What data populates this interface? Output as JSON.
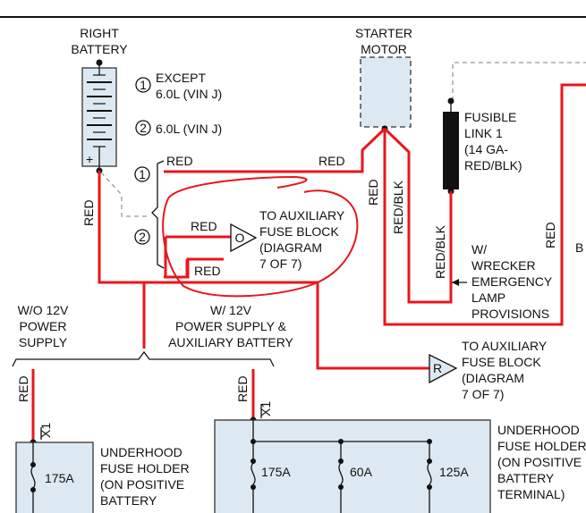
{
  "battery": {
    "title1": "RIGHT",
    "title2": "BATTERY",
    "plus": "+"
  },
  "options": {
    "opt1_num": "1",
    "opt1_l1": "EXCEPT",
    "opt1_l2": "6.0L (VIN J)",
    "opt2_num": "2",
    "opt2_l1": "6.0L (VIN J)"
  },
  "starter": {
    "l1": "STARTER",
    "l2": "MOTOR"
  },
  "fusible": {
    "l1": "FUSIBLE",
    "l2": "LINK 1",
    "l3": "(14 GA-",
    "l4": "RED/BLK)"
  },
  "wires": {
    "red_batt_vert": "RED",
    "red_top": "RED",
    "red_top_right": "RED",
    "red_starter_down": "RED",
    "redblk_starter": "RED/BLK",
    "redblk_fusible": "RED/BLK",
    "red_far_right": "RED",
    "red_to_o": "RED",
    "red_lower": "RED",
    "red_left_fuse": "RED",
    "red_right_fuse": "RED"
  },
  "markers": {
    "m1": "1",
    "m2": "2",
    "m_o": "O",
    "m_r": "R",
    "b_edge": "B"
  },
  "aux_fuse_o": {
    "l1": "TO AUXILIARY",
    "l2": "FUSE BLOCK",
    "l3": "(DIAGRAM",
    "l4": "7 OF 7)"
  },
  "aux_fuse_r": {
    "l1": "TO AUXILIARY",
    "l2": "FUSE BLOCK",
    "l3": "(DIAGRAM",
    "l4": "7 OF 7)"
  },
  "wrecker": {
    "l1": "W/",
    "l2": "WRECKER",
    "l3": "EMERGENCY",
    "l4": "LAMP",
    "l5": "PROVISIONS"
  },
  "wo12v": {
    "l1": "W/O 12V",
    "l2": "POWER",
    "l3": "SUPPLY"
  },
  "w12v": {
    "l1": "W/ 12V",
    "l2": "POWER SUPPLY &",
    "l3": "AUXILIARY BATTERY"
  },
  "connectors": {
    "left": "X1",
    "right": "X1"
  },
  "underhood_left": {
    "l1": "UNDERHOOD",
    "l2": "FUSE HOLDER",
    "l3": "(ON POSITIVE",
    "l4": "BATTERY"
  },
  "underhood_right": {
    "l1": "UNDERHOOD",
    "l2": "FUSE HOLDER",
    "l3": "(ON POSITIVE",
    "l4": "BATTERY",
    "l5": "TERMINAL)"
  },
  "fuses": {
    "left": "175A",
    "r1": "175A",
    "r2": "60A",
    "r3": "125A"
  }
}
